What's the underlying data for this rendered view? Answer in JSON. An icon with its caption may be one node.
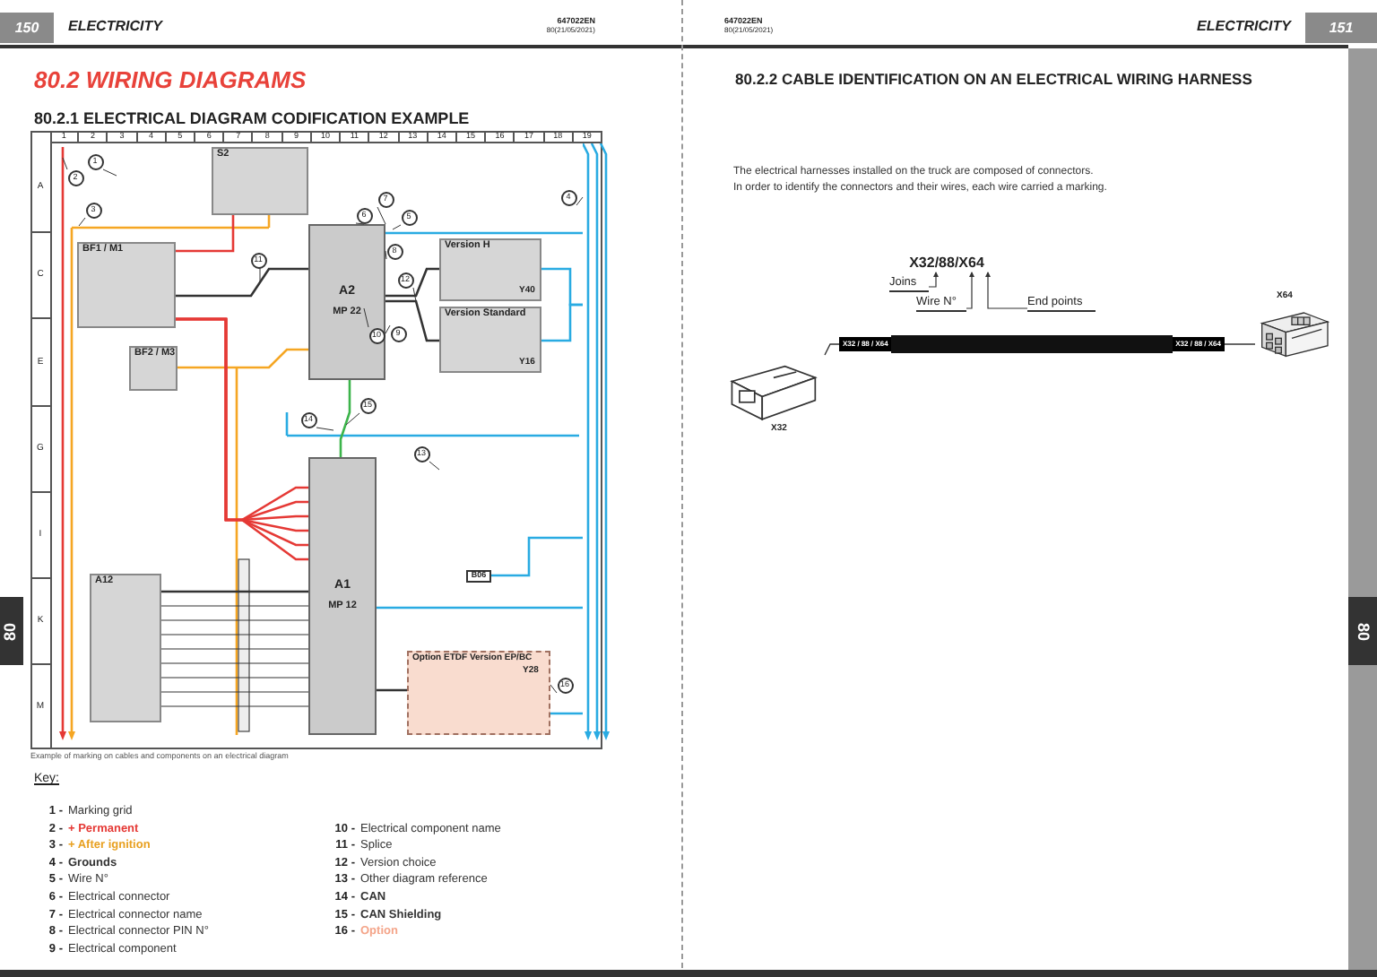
{
  "diagram": {
    "caption": "Example of marking on cables and components on an electrical diagram",
    "nodes": [
      {
        "text": [
          "S2"
        ]
      },
      {
        "text": [
          "BF1 / M1"
        ]
      },
      {
        "text": [
          "BF2 / M3"
        ]
      },
      {
        "text": [
          "A2",
          "MP 22"
        ]
      },
      {
        "text": [
          "Version H"
        ]
      },
      {
        "text": [
          "Version Standard"
        ]
      },
      {
        "text": [
          "Y40"
        ],
        "in": 4
      },
      {
        "text": [
          "Y16"
        ],
        "in": 5
      },
      {
        "text": [
          "A1",
          "MP 12"
        ]
      },
      {
        "text": [
          "A12"
        ]
      },
      {
        "text": [
          "B06"
        ]
      },
      {
        "text": [
          "Option ETDF Version EP/BC"
        ]
      },
      {
        "text": [
          "Y28"
        ],
        "in": 11
      },
      {
        "text": [
          "1"
        ]
      },
      {
        "text": [
          "2"
        ]
      },
      {
        "text": [
          "3"
        ]
      },
      {
        "text": [
          "4"
        ]
      },
      {
        "text": [
          "5"
        ]
      },
      {
        "text": [
          "6"
        ]
      },
      {
        "text": [
          "7"
        ]
      },
      {
        "text": [
          "8"
        ]
      },
      {
        "text": [
          "9"
        ]
      },
      {
        "text": [
          "10"
        ],
        "in": 3
      },
      {
        "text": [
          "11"
        ]
      },
      {
        "text": [
          "12"
        ]
      },
      {
        "text": [
          "13"
        ]
      },
      {
        "text": [
          "14"
        ]
      },
      {
        "text": [
          "15"
        ]
      },
      {
        "text": [
          "16"
        ]
      },
      {
        "text": [
          "X32/88/X64"
        ]
      },
      {
        "text": [
          "Joins"
        ]
      },
      {
        "text": [
          "Wire N°"
        ]
      },
      {
        "text": [
          "End points"
        ]
      },
      {
        "text": [
          "X32 / 88 / X64",
          "X32 / 88 / X64"
        ]
      },
      {
        "text": [],
        "shape": "picture",
        "beside": [
          "X32"
        ]
      },
      {
        "text": [],
        "shape": "picture",
        "beside": [
          "X64"
        ]
      },
      {
        "text": [],
        "shape": "bar"
      }
    ],
    "edges": [
      {
        "from": 0,
        "to": 1,
        "arrow": "none",
        "color": "#e53935"
      },
      {
        "from": 1,
        "to": 3,
        "arrow": "none"
      },
      {
        "from": 2,
        "to": 3,
        "arrow": "none",
        "color": "#f5a623"
      },
      {
        "from": 3,
        "to": 4,
        "arrow": "none"
      },
      {
        "from": 3,
        "to": 5,
        "arrow": "none"
      },
      {
        "from": 3,
        "to": 8,
        "arrow": "none",
        "color": "#3cb44b"
      },
      {
        "from": 9,
        "to": 8,
        "arrow": "none"
      },
      {
        "from": 8,
        "to": 11,
        "arrow": "none"
      },
      {
        "from": 13,
        "to": null,
        "arrow": "none"
      },
      {
        "from": 14,
        "to": null,
        "arrow": "none"
      },
      {
        "from": 15,
        "to": null,
        "arrow": "none"
      },
      {
        "from": 16,
        "to": 36,
        "arrow": "none"
      },
      {
        "from": 17,
        "to": null,
        "arrow": "none"
      },
      {
        "from": 18,
        "to": 3,
        "arrow": "none"
      },
      {
        "from": 19,
        "to": 3,
        "arrow": "none"
      },
      {
        "from": 20,
        "to": 3,
        "arrow": "none"
      },
      {
        "from": 21,
        "to": 3,
        "arrow": "none"
      },
      {
        "from": 22,
        "to": null,
        "arrow": "none"
      },
      {
        "from": 23,
        "to": null,
        "arrow": "none"
      },
      {
        "from": 24,
        "to": null,
        "arrow": "none"
      },
      {
        "from": 25,
        "to": null,
        "arrow": "none"
      },
      {
        "from": 26,
        "to": null,
        "arrow": "none"
      },
      {
        "from": 27,
        "to": null,
        "arrow": "none"
      },
      {
        "from": 28,
        "to": 11,
        "arrow": "none"
      },
      {
        "from": 30,
        "to": 29,
        "arrow": "to"
      },
      {
        "from": 31,
        "to": 29,
        "arrow": "to"
      },
      {
        "from": 32,
        "to": 29,
        "arrow": "to"
      },
      {
        "from": 34,
        "to": 33,
        "arrow": "none"
      },
      {
        "from": 33,
        "to": 35,
        "arrow": "none"
      },
      {
        "from": 3,
        "to": 36,
        "arrow": "none",
        "color": "#29abe2"
      },
      {
        "from": 4,
        "to": 36,
        "arrow": "none",
        "color": "#29abe2"
      },
      {
        "from": 5,
        "to": 36,
        "arrow": "none",
        "color": "#29abe2"
      },
      {
        "from": 8,
        "to": 36,
        "arrow": "none",
        "color": "#29abe2"
      },
      {
        "from": 11,
        "to": 36,
        "arrow": "none",
        "color": "#29abe2"
      },
      {
        "from": 10,
        "to": 36,
        "arrow": "none",
        "color": "#29abe2"
      },
      {
        "from": 9,
        "to": 8,
        "arrow": "none"
      },
      {
        "from": 9,
        "to": 8,
        "arrow": "none"
      },
      {
        "from": 9,
        "to": 8,
        "arrow": "none"
      },
      {
        "from": 9,
        "to": 8,
        "arrow": "none"
      },
      {
        "from": 9,
        "to": 8,
        "arrow": "none"
      },
      {
        "from": 9,
        "to": 8,
        "arrow": "none"
      },
      {
        "from": 9,
        "to": 8,
        "arrow": "none"
      },
      {
        "from": 9,
        "to": 8,
        "arrow": "none"
      },
      {
        "from": 1,
        "to": 8,
        "arrow": "none",
        "color": "#e53935"
      },
      {
        "from": 1,
        "to": 8,
        "arrow": "none",
        "color": "#e53935"
      },
      {
        "from": 1,
        "to": 8,
        "arrow": "none",
        "color": "#e53935"
      },
      {
        "from": 1,
        "to": 8,
        "arrow": "none",
        "color": "#e53935"
      },
      {
        "from": 1,
        "to": 8,
        "arrow": "none",
        "color": "#e53935"
      },
      {
        "from": 1,
        "to": 8,
        "arrow": "none",
        "color": "#e53935"
      }
    ],
    "labels": [
      "150",
      "ELECTRICITY",
      "647022EN",
      "80(21/05/2021)",
      "647022EN",
      "80(21/05/2021)",
      "ELECTRICITY",
      "151",
      "80.2 WIRING DIAGRAMS",
      "80.2.1 ELECTRICAL DIAGRAM CODIFICATION EXAMPLE",
      "80.2.2 CABLE IDENTIFICATION ON AN ELECTRICAL WIRING HARNESS",
      "The electrical harnesses installed on the truck are composed of connectors.",
      "In order to identify the connectors and their wires, each wire carried a marking.",
      "1",
      "2",
      "3",
      "4",
      "5",
      "6",
      "7",
      "8",
      "9",
      "10",
      "11",
      "12",
      "13",
      "14",
      "15",
      "16",
      "17",
      "18",
      "19",
      "A",
      "C",
      "E",
      "G",
      "I",
      "K",
      "M",
      "Key:",
      "1 -",
      "Marking grid",
      "2 -",
      "+ Permanent",
      "3 -",
      "+ After ignition",
      "4 -",
      "Grounds",
      "5 -",
      "Wire N°",
      "6 -",
      "Electrical connector",
      "7 -",
      "Electrical connector name",
      "8 -",
      "Electrical connector PIN N°",
      "9 -",
      "Electrical component",
      "10 -",
      "Electrical component name",
      "11 -",
      "Splice",
      "12 -",
      "Version choice",
      "13 -",
      "Other diagram reference",
      "14 -",
      "CAN",
      "15 -",
      "CAN Shielding",
      "16 -",
      "Option",
      "80",
      "80"
    ]
  }
}
